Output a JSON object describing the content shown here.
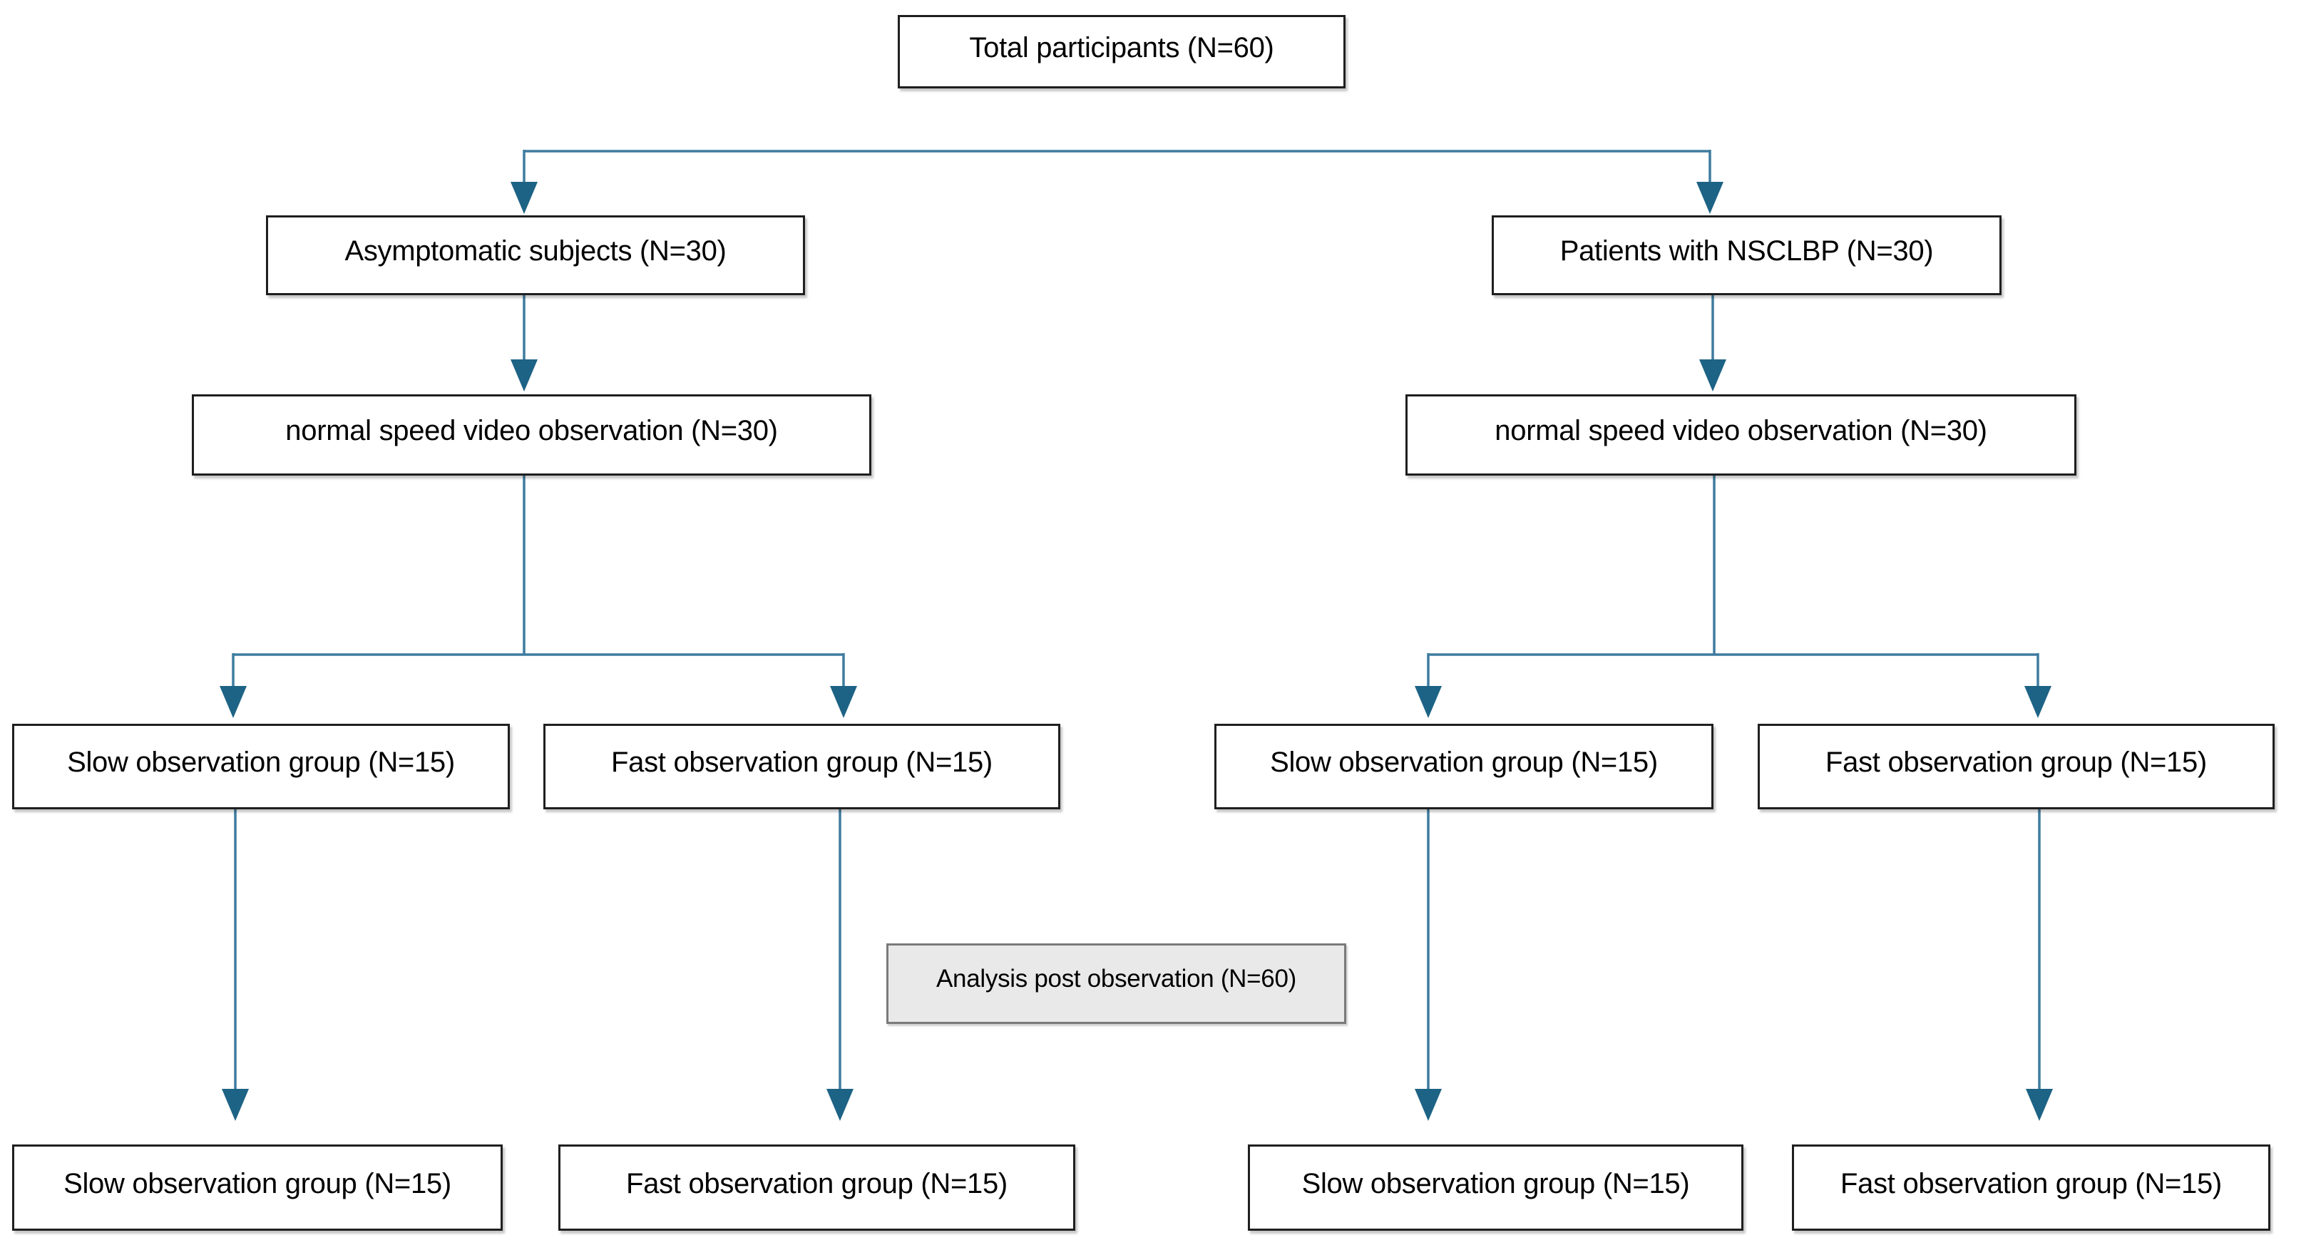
{
  "diagram": {
    "type": "flowchart",
    "description": "Participant allocation flow for a video observation study",
    "nodes": {
      "total": {
        "label": "Total participants (N=60)"
      },
      "asymptomatic": {
        "label": "Asymptomatic subjects (N=30)"
      },
      "nsclbp": {
        "label": "Patients with NSCLBP (N=30)"
      },
      "normal_left": {
        "label": "normal speed video observation (N=30)"
      },
      "normal_right": {
        "label": "normal speed video observation (N=30)"
      },
      "slow_mid_left": {
        "label": "Slow observation group (N=15)"
      },
      "fast_mid_left": {
        "label": "Fast observation group (N=15)"
      },
      "slow_mid_right": {
        "label": "Slow observation group (N=15)"
      },
      "fast_mid_right": {
        "label": "Fast observation group (N=15)"
      },
      "analysis": {
        "label": "Analysis post observation (N=60)"
      },
      "slow_bottom_left": {
        "label": "Slow observation group (N=15)"
      },
      "fast_bottom_left": {
        "label": "Fast observation group (N=15)"
      },
      "slow_bottom_right": {
        "label": "Slow observation group (N=15)"
      },
      "fast_bottom_right": {
        "label": "Fast observation group (N=15)"
      }
    },
    "edges": [
      {
        "from": "total",
        "to": "asymptomatic"
      },
      {
        "from": "total",
        "to": "nsclbp"
      },
      {
        "from": "asymptomatic",
        "to": "normal_left"
      },
      {
        "from": "nsclbp",
        "to": "normal_right"
      },
      {
        "from": "normal_left",
        "to": "slow_mid_left"
      },
      {
        "from": "normal_left",
        "to": "fast_mid_left"
      },
      {
        "from": "normal_right",
        "to": "slow_mid_right"
      },
      {
        "from": "normal_right",
        "to": "fast_mid_right"
      },
      {
        "from": "slow_mid_left",
        "to": "slow_bottom_left"
      },
      {
        "from": "fast_mid_left",
        "to": "fast_bottom_left"
      },
      {
        "from": "slow_mid_right",
        "to": "slow_bottom_right"
      },
      {
        "from": "fast_mid_right",
        "to": "fast_bottom_right"
      }
    ],
    "colors": {
      "background": "#ffffff",
      "connector_line": "#3e7c9f",
      "connector_head": "#1d6385",
      "box_border": "#1f1f1f",
      "box_fill": "#ffffff",
      "analysis_fill": "#e9e9e9",
      "analysis_border": "#7a7a7a",
      "text": "#000000"
    }
  }
}
